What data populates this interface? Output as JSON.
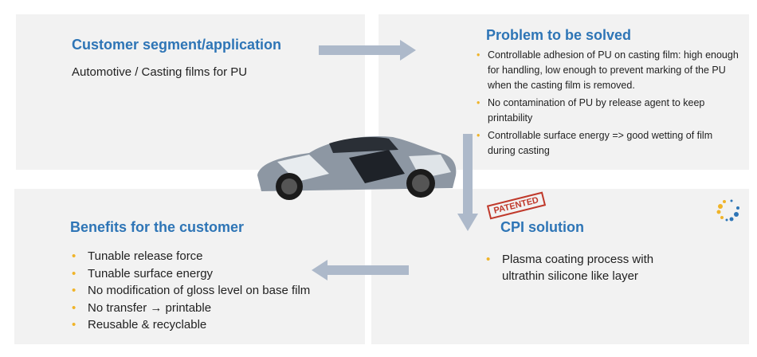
{
  "customer": {
    "title": "Customer segment/application",
    "text": "Automotive / Casting films for PU"
  },
  "problem": {
    "title": "Problem to be solved",
    "items": [
      "Controllable adhesion of PU on casting film: high enough for handling, low enough to prevent marking of the  PU when the casting film is removed.",
      "No contamination of PU by release agent to keep printability",
      "Controllable surface energy => good wetting of film during casting"
    ]
  },
  "solution": {
    "title": "CPI solution",
    "stamp": "PATENTED",
    "items": [
      "Plasma coating process with ultrathin silicone like layer"
    ]
  },
  "benefits": {
    "title": "Benefits for the customer",
    "items": [
      "Tunable release force",
      "Tunable surface energy",
      "No modification of gloss level on base film",
      "No transfer → printable",
      "Reusable & recyclable"
    ]
  },
  "colors": {
    "title": "#2e75b6",
    "bullet": "#f0b429",
    "panel": "#f2f2f2",
    "arrow": "#adb9ca",
    "stamp": "#c0392b"
  }
}
